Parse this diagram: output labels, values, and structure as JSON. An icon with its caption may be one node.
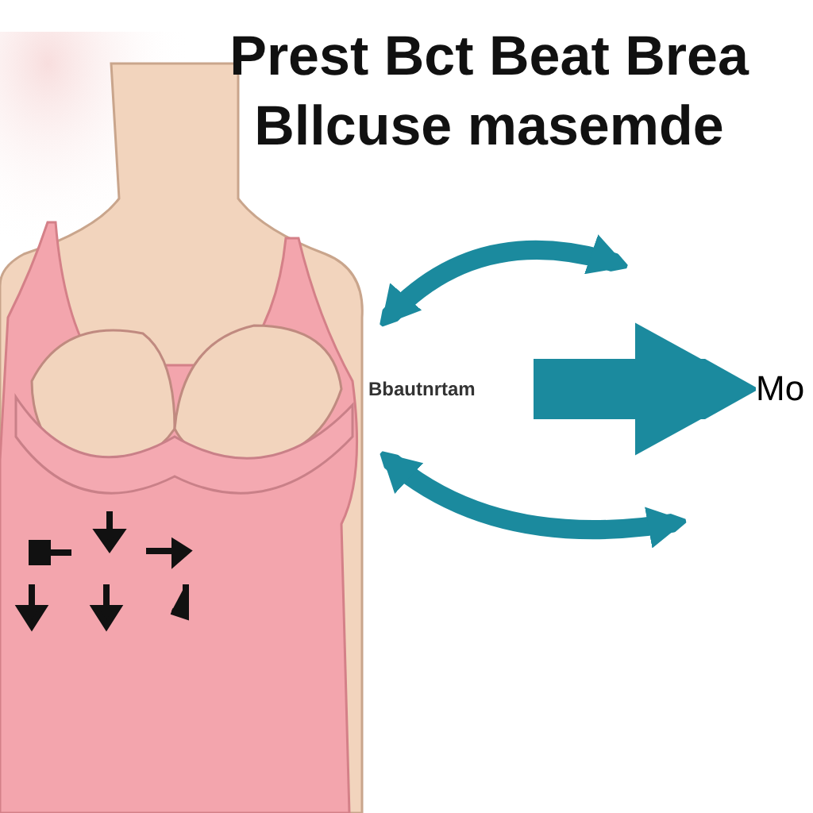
{
  "diagram": {
    "title": "Prest Bct Beat Brea Bllcuse masemde",
    "nodes": [
      {
        "text": [
          "Bbautnrtam"
        ]
      },
      {
        "text": [
          "Mo"
        ]
      }
    ],
    "edges": [
      {
        "from": 0,
        "to": null,
        "arrow": "both"
      },
      {
        "from": 0,
        "to": 1,
        "arrow": "to",
        "style": "thick"
      },
      {
        "from": 0,
        "to": null,
        "arrow": "both"
      }
    ]
  }
}
